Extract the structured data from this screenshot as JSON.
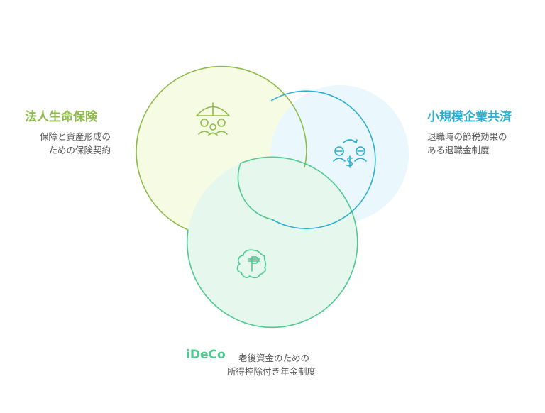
{
  "colors": {
    "life_insurance": "#8dbb4a",
    "small_business": "#2bafd1",
    "ideco": "#4ec98f",
    "text_gray": "#555555"
  },
  "circles": [
    {
      "key": "life_insurance",
      "title": "法人生命保険",
      "description": [
        "保障と資産形成の",
        "ための保険契約"
      ],
      "icon": "umbrella-family-icon",
      "fill": "#f6fbe4",
      "stroke": "#8dbb4a"
    },
    {
      "key": "small_business",
      "title": "小規模企業共済",
      "description": [
        "退職時の節税効果の",
        "ある退職金制度"
      ],
      "icon": "money-exchange-icon",
      "fill": "#eaf7fc",
      "stroke": "#2bafd1"
    },
    {
      "key": "ideco",
      "title": "iDeCo",
      "description": [
        "老後資金のための",
        "所得控除付き年金制度"
      ],
      "icon": "peso-badge-icon",
      "fill": "#e6f8ee",
      "stroke": "#4ec98f"
    }
  ]
}
